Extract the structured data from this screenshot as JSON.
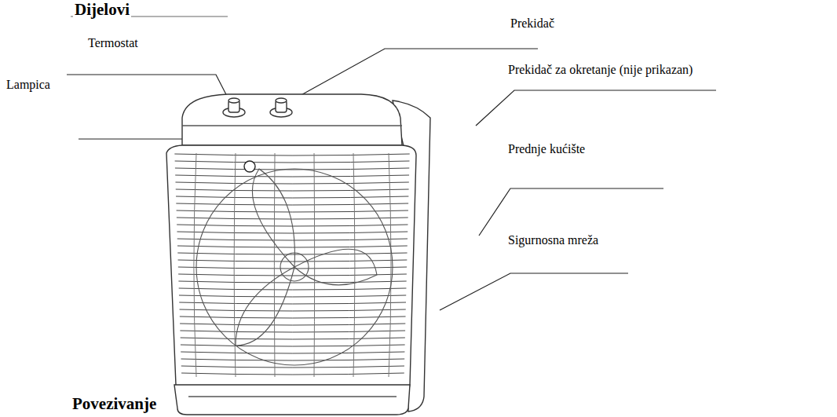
{
  "diagram": {
    "title": "Dijelovi",
    "labels": [
      "Termostat",
      "Prekidač",
      "Prekidač za okretanje (nije prikazan)",
      "Lampica",
      "Prednje kućište",
      "Sigurnosna mreža",
      "Povezivanje"
    ]
  }
}
